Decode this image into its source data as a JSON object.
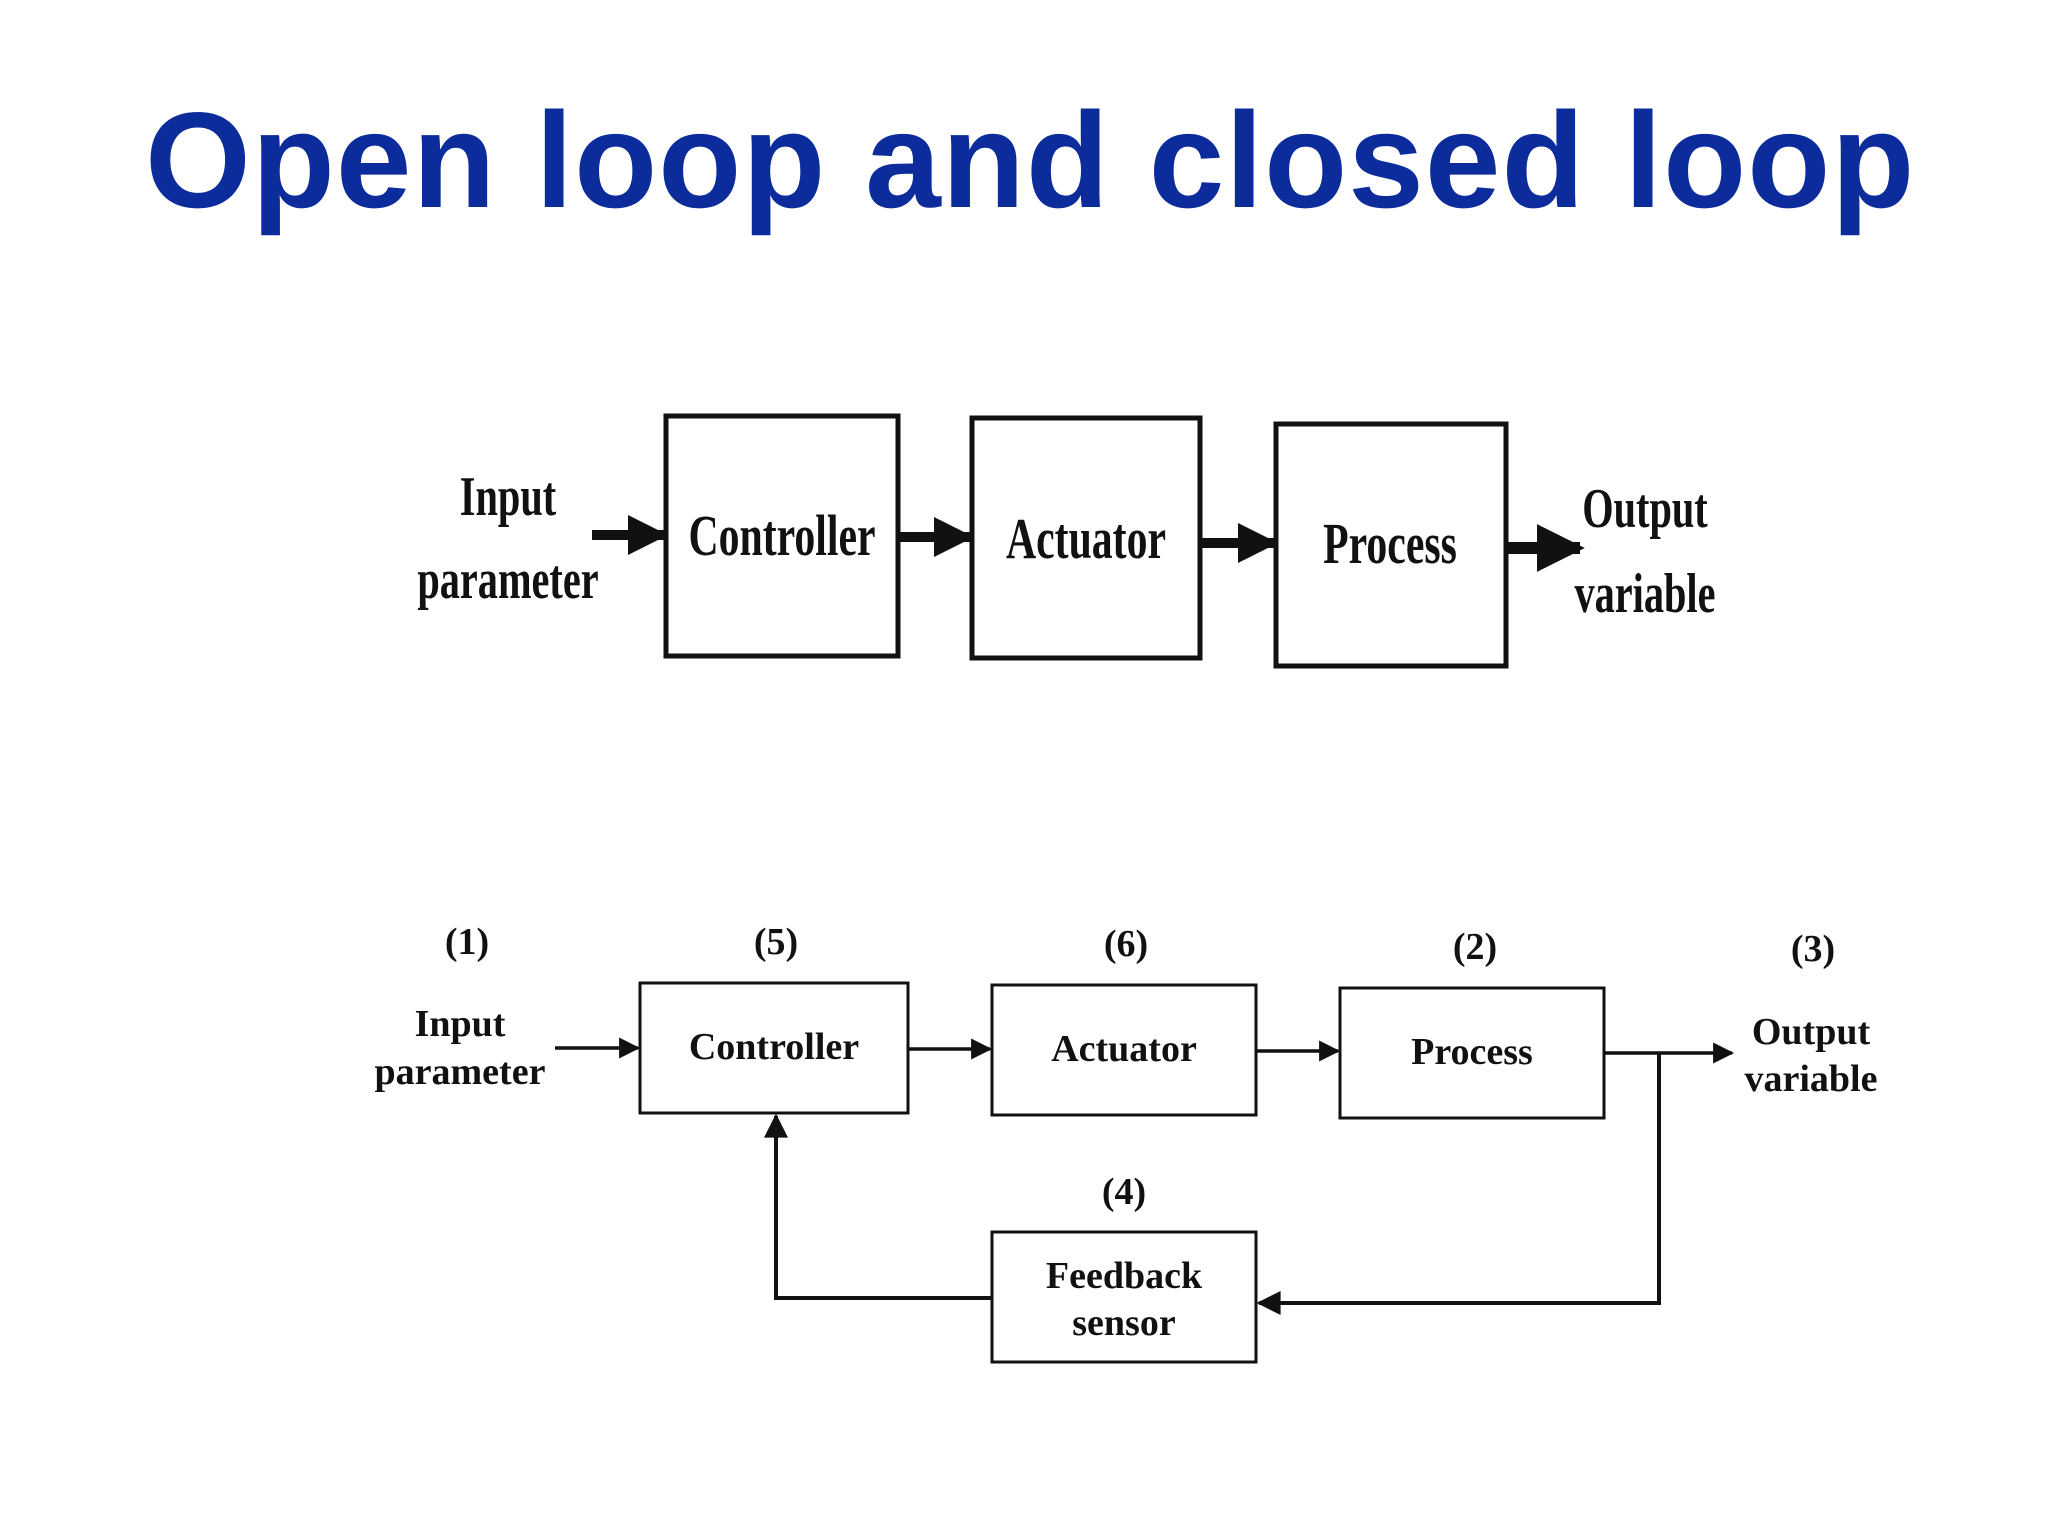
{
  "title": "Open loop and closed loop",
  "colors": {
    "title": "#0d2c9c",
    "ink": "#111111",
    "background": "#ffffff"
  },
  "open_loop": {
    "input_label": [
      "Input",
      "parameter"
    ],
    "blocks": [
      "Controller",
      "Actuator",
      "Process"
    ],
    "output_label": [
      "Output",
      "variable"
    ]
  },
  "closed_loop": {
    "input_number": "(1)",
    "input_label": [
      "Input",
      "parameter"
    ],
    "controller": {
      "number": "(5)",
      "label": "Controller"
    },
    "actuator": {
      "number": "(6)",
      "label": "Actuator"
    },
    "process": {
      "number": "(2)",
      "label": "Process"
    },
    "output_number": "(3)",
    "output_label": [
      "Output",
      "variable"
    ],
    "feedback": {
      "number": "(4)",
      "label": [
        "Feedback",
        "sensor"
      ]
    }
  }
}
